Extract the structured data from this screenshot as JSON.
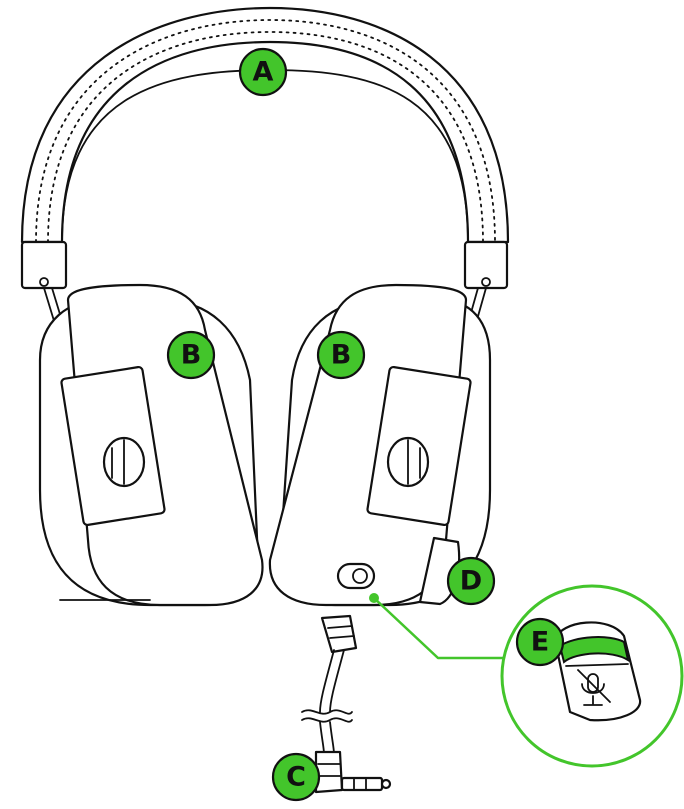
{
  "callouts": [
    {
      "id": "A",
      "label": "A"
    },
    {
      "id": "B-left",
      "label": "B"
    },
    {
      "id": "B-right",
      "label": "B"
    },
    {
      "id": "C",
      "label": "C"
    },
    {
      "id": "D",
      "label": "D"
    },
    {
      "id": "E",
      "label": "E"
    }
  ],
  "colors": {
    "callout_fill": "#43c52b",
    "leader_line": "#43c52b",
    "mute_band": "#43c52b",
    "line_art": "#111111",
    "background": "#ffffff"
  },
  "icons": {
    "mic_mute": "muted-microphone-icon",
    "volume_dial": "volume-dial-icon"
  }
}
